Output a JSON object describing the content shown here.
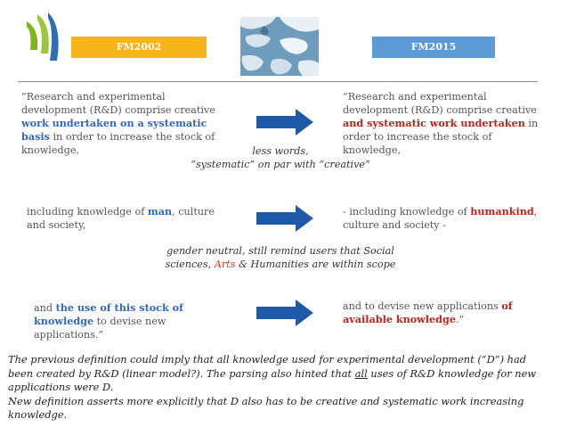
{
  "colors": {
    "tag_left_bg": "#f5b21a",
    "tag_right_bg": "#5b9ad5",
    "arrow": "#1f5aa8",
    "accent_blue": "#2f67c9",
    "accent_red": "#c0221b",
    "logo_green": "#7fb51a",
    "logo_blue": "#2e6fb6"
  },
  "icons": [
    "oecd-logo",
    "arctic-sea-ice-image",
    "arrow-right-icon"
  ],
  "header": {
    "left_tag": "FM2002",
    "right_tag": "FM2015"
  },
  "rows": [
    {
      "left": {
        "p1": "“Research and experimental development (R&D) comprise creative ",
        "em1": "work undertaken on a systematic basis",
        "p2": " in order to increase the stock of knowledge,"
      },
      "right": {
        "p1": "“Research and experimental development (R&D) comprise creative ",
        "em1": "and systematic work undertaken",
        "p2": " in order to increase the stock of knowledge,"
      },
      "note_line1": "less words,",
      "note_line2": "“systematic” on par with “creative”"
    },
    {
      "left": {
        "p1": "including knowledge of ",
        "em1": "man",
        "p2": ", culture and society,"
      },
      "right": {
        "p1": "- including knowledge of ",
        "em1": "humankind",
        "p2": ", culture and society -"
      },
      "note_line1": "gender neutral, still remind users that Social",
      "note_line2_a": "sciences, ",
      "note_line2_arts": "Arts",
      "note_line2_b": " & Humanities are within scope"
    },
    {
      "left": {
        "p1": "and ",
        "em1": "the use of this stock of knowledge",
        "p2": " to devise new applications.”"
      },
      "right": {
        "p1": "and to devise new applications ",
        "em1": "of available knowledge",
        "p2": ".”"
      }
    }
  ],
  "bottom": {
    "line1": "The previous definition could imply that all knowledge used for experimental development (“D”) had",
    "line2": "been created by R&D  (linear model?). The parsing also hinted that ",
    "line2_underlined": "all",
    "line2_end": " uses of R&D knowledge for new",
    "line3": "applications were D.",
    "line4": "New definition asserts more explicitly  that D also has to be creative and systematic work increasing",
    "line5": "knowledge."
  }
}
